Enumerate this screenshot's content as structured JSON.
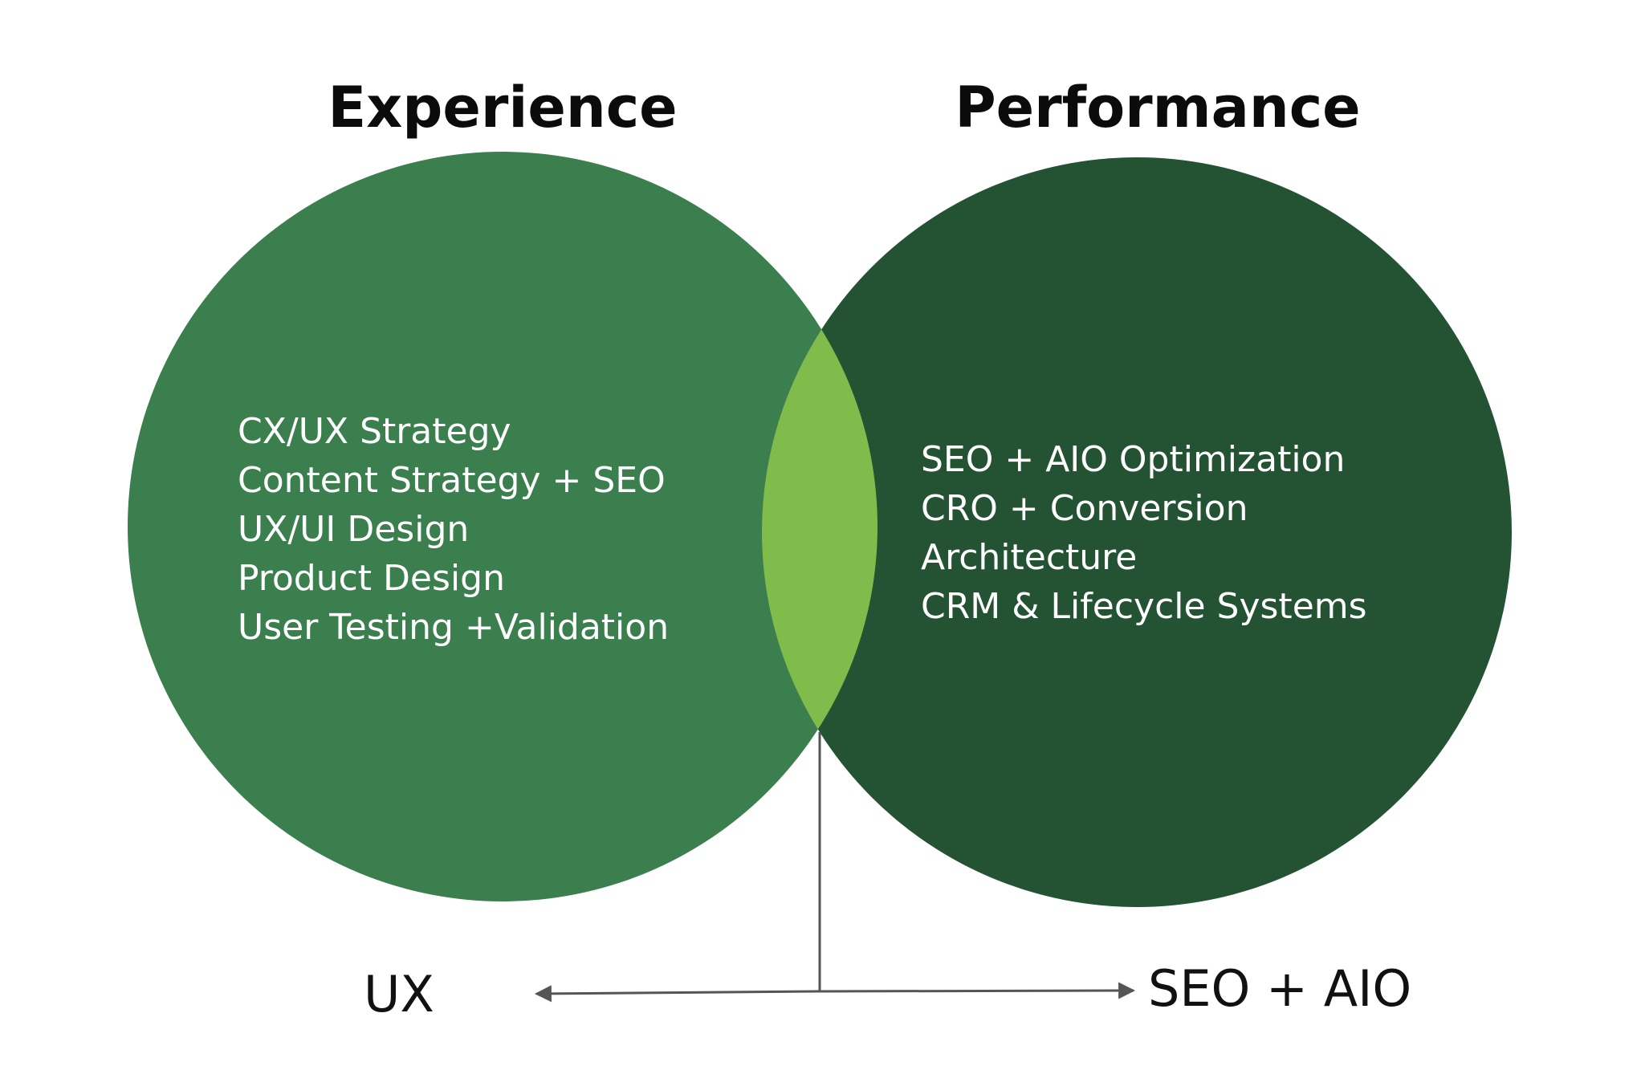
{
  "colors": {
    "experience_circle": "#3c7f4f",
    "performance_circle": "#245334",
    "overlap": "#80bc4b",
    "connector": "#555555",
    "heading_text": "#0b0b0b",
    "item_text": "#ffffff"
  },
  "experience": {
    "title": "Experience",
    "items": [
      "CX/UX Strategy",
      "Content Strategy + SEO",
      "UX/UI Design",
      "Product Design",
      "User Testing +Validation"
    ]
  },
  "performance": {
    "title": "Performance",
    "items": [
      "SEO + AIO Optimization",
      "CRO + Conversion",
      "Architecture",
      "CRM & Lifecycle Systems"
    ]
  },
  "connector": {
    "left_label": "UX",
    "right_label": "SEO + AIO"
  }
}
